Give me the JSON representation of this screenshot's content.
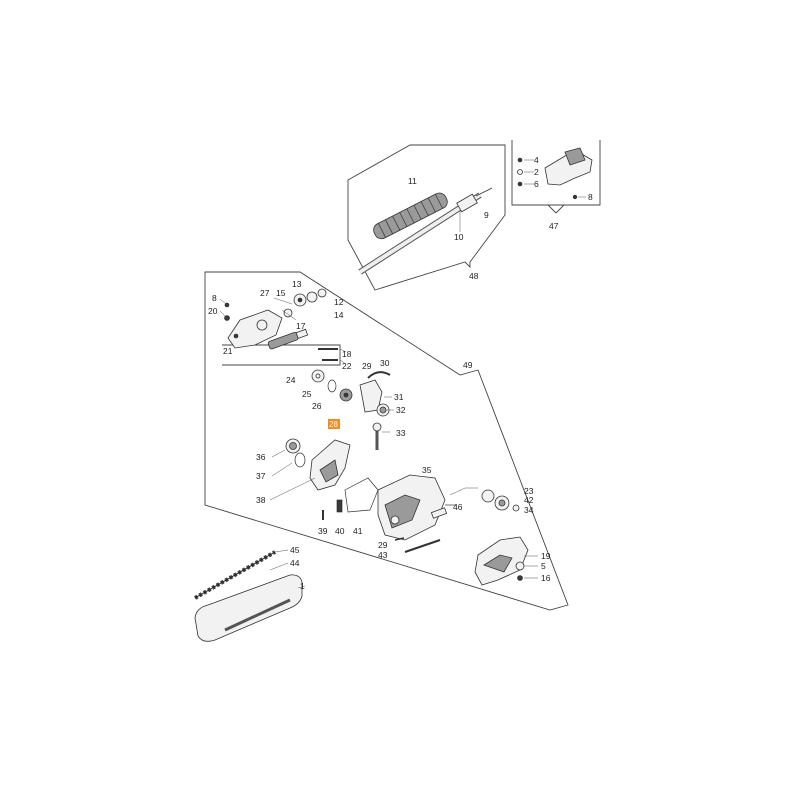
{
  "diagram": {
    "labels": {
      "l1": "1",
      "l2": "2",
      "l4": "4",
      "l5": "5",
      "l6": "6",
      "l8a": "8",
      "l8b": "8",
      "l9": "9",
      "l10": "10",
      "l11": "11",
      "l12": "12",
      "l13": "13",
      "l14": "14",
      "l15": "15",
      "l16": "16",
      "l17": "17",
      "l18": "18",
      "l19": "19",
      "l20": "20",
      "l21": "21",
      "l22": "22",
      "l23": "23",
      "l24": "24",
      "l25": "25",
      "l26": "26",
      "l27": "27",
      "l28": "28",
      "l29a": "29",
      "l29b": "29",
      "l30": "30",
      "l31": "31",
      "l32": "32",
      "l33": "33",
      "l34": "34",
      "l35": "35",
      "l36": "36",
      "l37": "37",
      "l38": "38",
      "l39": "39",
      "l40": "40",
      "l41": "41",
      "l42": "42",
      "l43": "43",
      "l44": "44",
      "l45": "45",
      "l46": "46",
      "l47": "47",
      "l48": "48",
      "l49": "49"
    },
    "highlight_color": "#f28c1e"
  }
}
